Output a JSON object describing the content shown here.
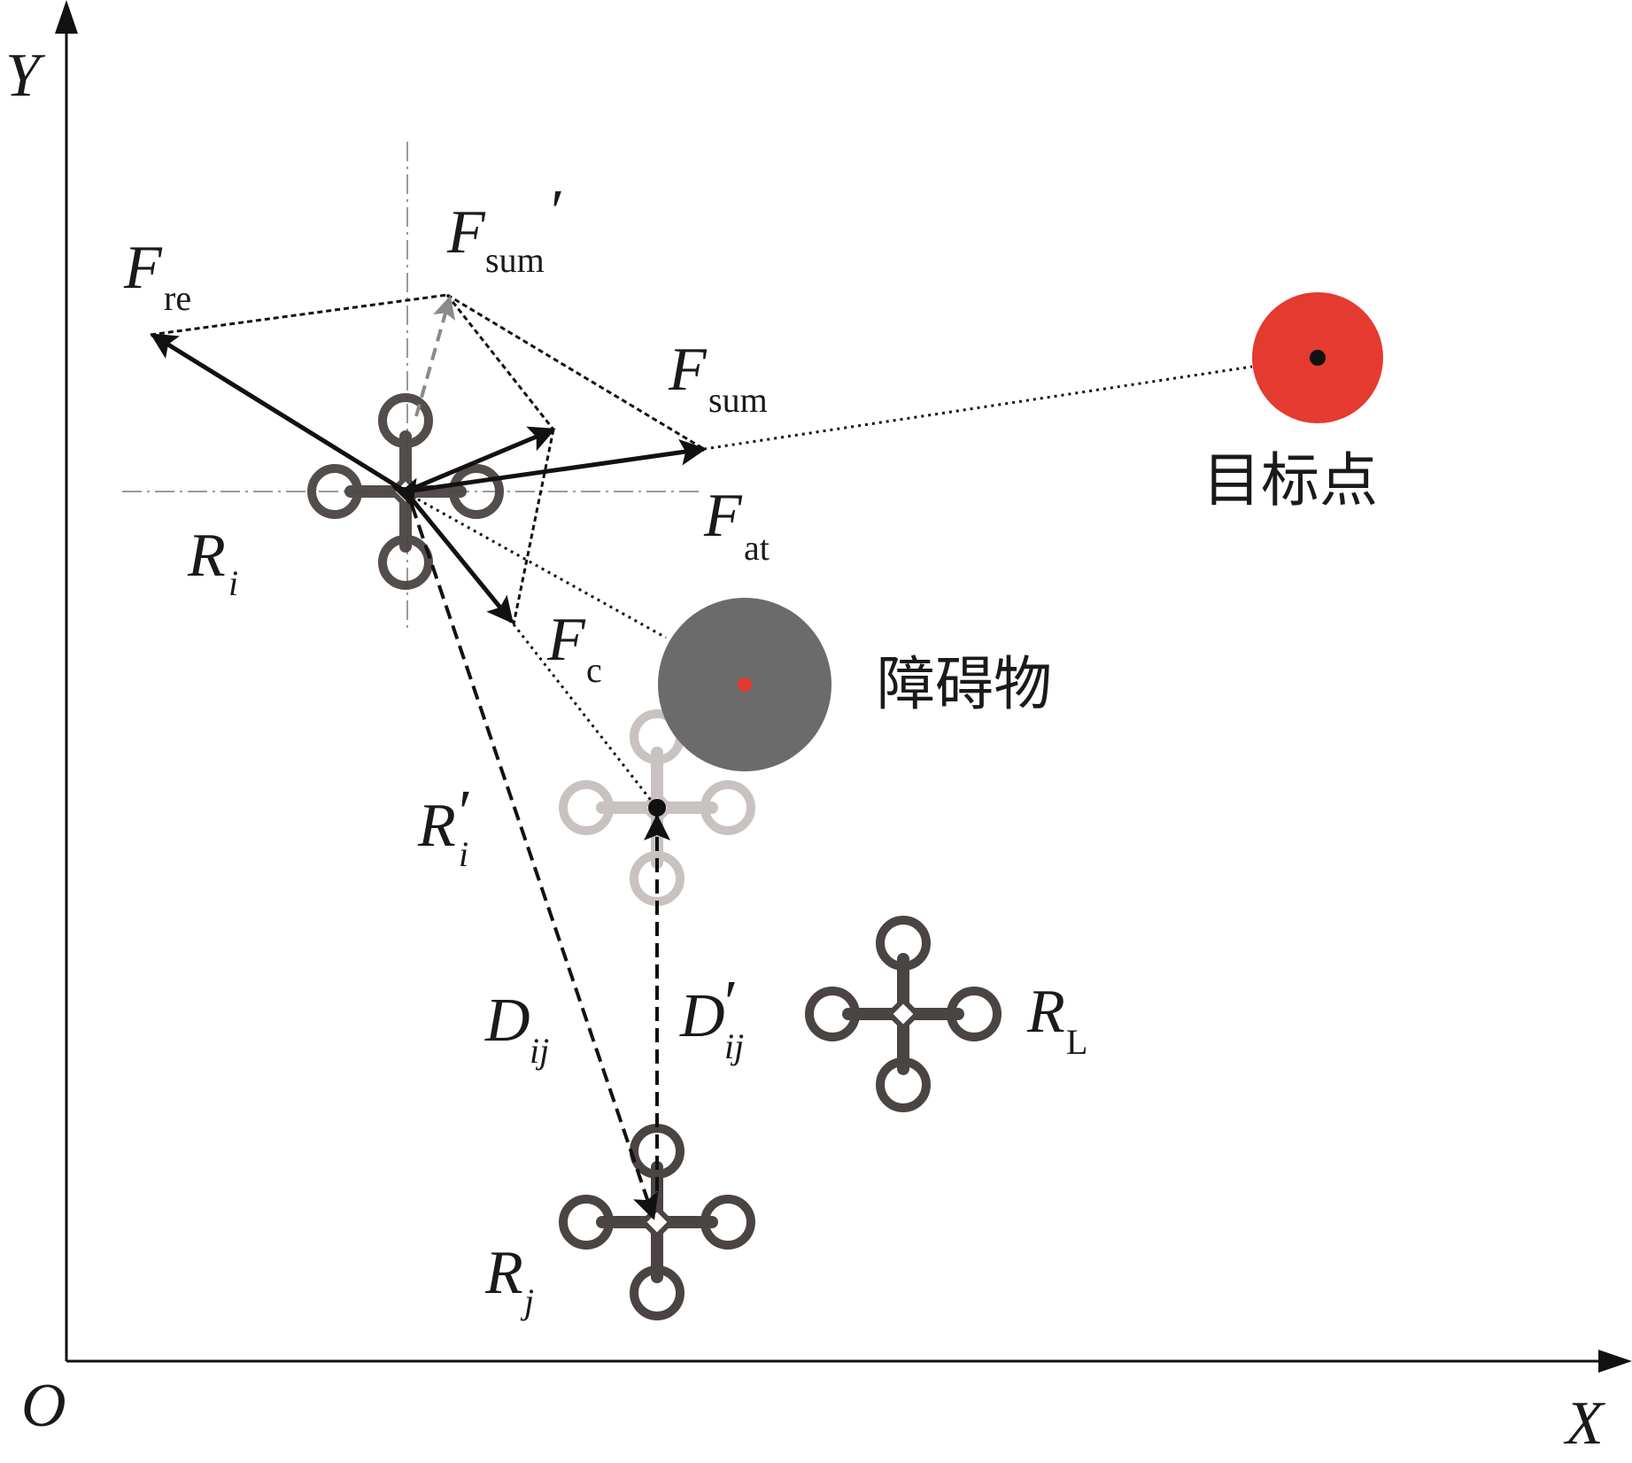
{
  "axes": {
    "y_label": "Y",
    "x_label": "X",
    "origin_label": "O"
  },
  "forces": {
    "f_sum_prime": {
      "main": "F",
      "sub": "sum",
      "mark": "′"
    },
    "f_re": {
      "main": "F",
      "sub": "re"
    },
    "f_sum": {
      "main": "F",
      "sub": "sum"
    },
    "f_at": {
      "main": "F",
      "sub": "at"
    },
    "f_c": {
      "main": "F",
      "sub": "c"
    }
  },
  "robots": {
    "r_i": {
      "main": "R",
      "sub": "i"
    },
    "r_i_prime": {
      "main": "R",
      "mark": "′",
      "sub": "i"
    },
    "r_j": {
      "main": "R",
      "sub": "j"
    },
    "r_l": {
      "main": "R",
      "sub": "L"
    }
  },
  "distances": {
    "d_ij": {
      "main": "D",
      "sub": "ij"
    },
    "d_ij_prime": {
      "main": "D",
      "mark": "′",
      "sub": "ij"
    }
  },
  "target": {
    "label": "目标点",
    "color": "#e53a2f"
  },
  "obstacle": {
    "label": "障碍物",
    "color": "#6b6b6b",
    "center_color": "#e53a2f"
  },
  "colors": {
    "drone_dark": "#4a4442",
    "drone_light": "#c8c2c0",
    "arrow": "#111111",
    "dashed_gray": "#8a8a8a"
  }
}
